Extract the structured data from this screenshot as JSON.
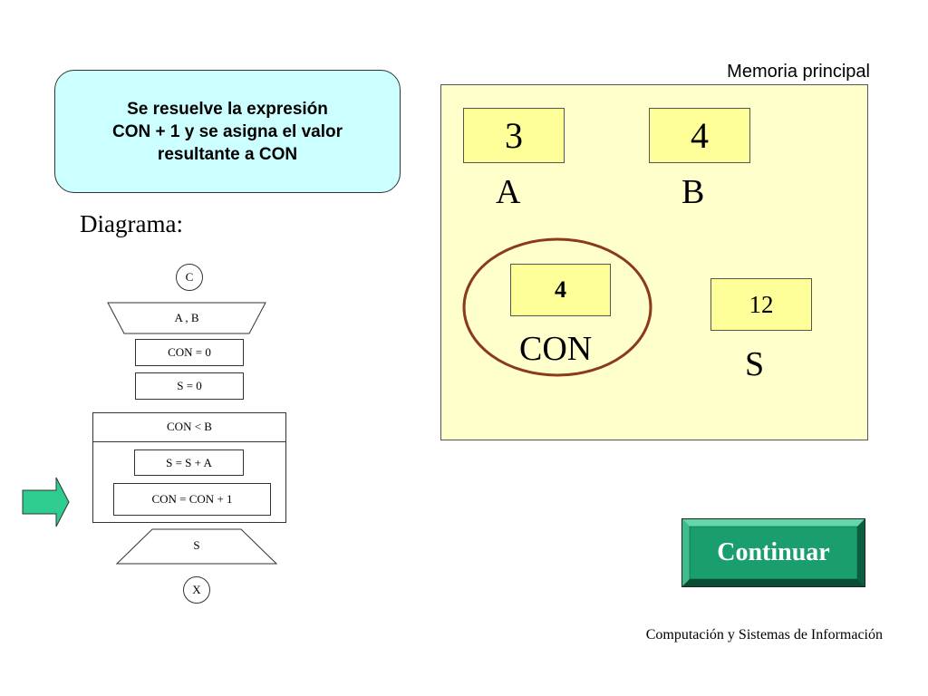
{
  "callout": {
    "line1": "Se resuelve la expresión",
    "line2": "CON + 1  y se asigna el valor",
    "line3": "resultante a  CON"
  },
  "diagram": {
    "title": "Diagrama:",
    "start": "C",
    "input": "A , B",
    "init_con": "CON = 0",
    "init_s": "S = 0",
    "loop_condition": "CON < B",
    "loop_step1": "S = S + A",
    "loop_step2": "CON = CON + 1",
    "output": "S",
    "end": "X"
  },
  "memory": {
    "title": "Memoria principal",
    "vars": [
      {
        "name": "A",
        "value": "3"
      },
      {
        "name": "B",
        "value": "4"
      },
      {
        "name": "CON",
        "value": "4"
      },
      {
        "name": "S",
        "value": "12"
      }
    ]
  },
  "button": {
    "label": "Continuar"
  },
  "footer": "Computación y Sistemas de Información",
  "colors": {
    "callout_bg": "#ccffff",
    "memory_bg": "#ffffcc",
    "cell_bg": "#ffff99",
    "highlight_circle": "#8b3a1a",
    "button_green": "#1a9e6e",
    "arrow_green": "#2ecc8f"
  }
}
